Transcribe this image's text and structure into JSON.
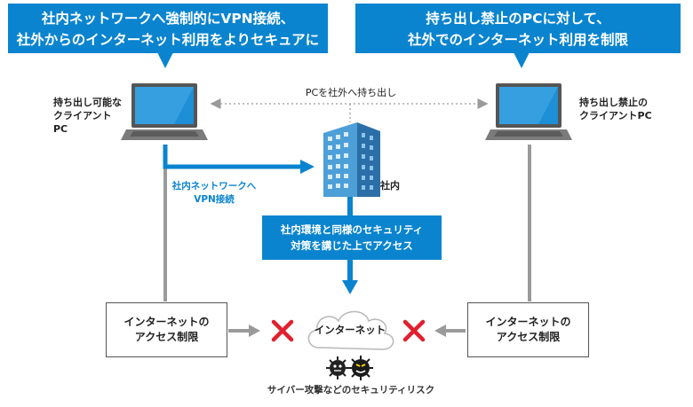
{
  "callouts": {
    "left": [
      "社内ネットワークへ強制的にVPN接続、",
      "社外からのインターネット利用をよりセキュアに"
    ],
    "right": [
      "持ち出し禁止のPCに対して、",
      "社外でのインターネット利用を制限"
    ]
  },
  "laptops": {
    "left_label": [
      "持ち出し可能な",
      "クライアントPC"
    ],
    "right_label": [
      "持ち出し禁止の",
      "クライアントPC"
    ]
  },
  "top_connection_label": "PCを社外へ持ち出し",
  "vpn_label": [
    "社内ネットワークへ",
    "VPN接続"
  ],
  "building_label": "社内",
  "security_box": [
    "社内環境と同様のセキュリティ",
    "対策を講じた上でアクセス"
  ],
  "restriction_boxes": {
    "left": [
      "インターネットの",
      "アクセス制限"
    ],
    "right": [
      "インターネットの",
      "アクセス制限"
    ]
  },
  "cloud_label": "インターネット",
  "risk_label": "サイバー攻撃などのセキュリティリスク",
  "colors": {
    "accent": "#0a84cf",
    "cross": "#e0202e",
    "line": "#9a9a9a"
  }
}
